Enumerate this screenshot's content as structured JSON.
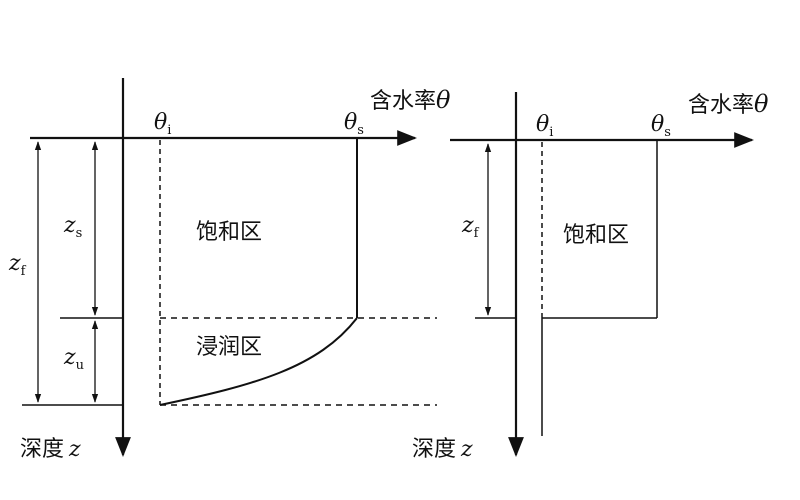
{
  "colors": {
    "ink": "#111111",
    "background": "#ffffff"
  },
  "left_diagram": {
    "axis_label": "含水率",
    "axis_symbol": "θ",
    "theta_i": {
      "sym": "θ",
      "sub": "i"
    },
    "theta_s": {
      "sym": "θ",
      "sub": "s"
    },
    "zone_saturated": "饱和区",
    "zone_wetting": "浸润区",
    "zs": {
      "sym": "z",
      "sub": "s"
    },
    "zu": {
      "sym": "z",
      "sub": "u"
    },
    "zf": {
      "sym": "z",
      "sub": "f"
    },
    "depth_label": "深度",
    "depth_symbol": "z"
  },
  "right_diagram": {
    "axis_label": "含水率",
    "axis_symbol": "θ",
    "theta_i": {
      "sym": "θ",
      "sub": "i"
    },
    "theta_s": {
      "sym": "θ",
      "sub": "s"
    },
    "zone_saturated": "饱和区",
    "zf": {
      "sym": "z",
      "sub": "f"
    },
    "depth_label": "深度",
    "depth_symbol": "z"
  }
}
